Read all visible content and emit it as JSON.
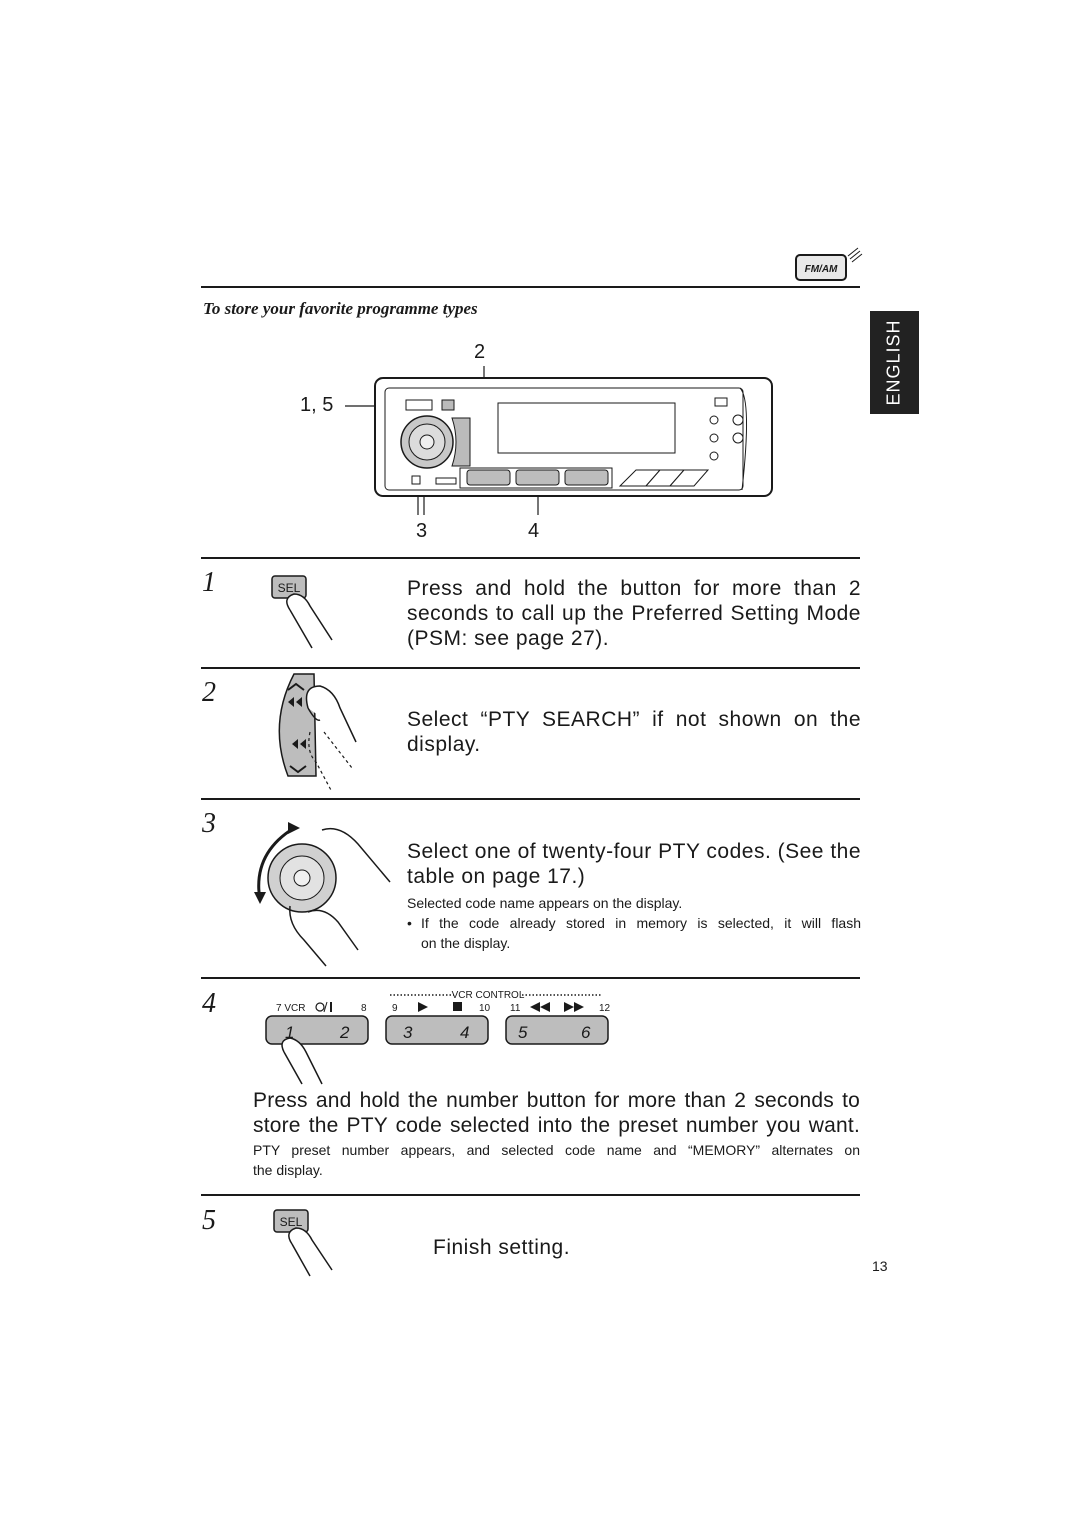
{
  "header": {
    "badge_text": "FM/AM",
    "section_title": "To store your favorite programme types"
  },
  "language_tab": "ENGLISH",
  "diagram": {
    "callouts": [
      "2",
      "1, 5",
      "3",
      "4"
    ]
  },
  "steps": [
    {
      "number": "1",
      "button_label": "SEL",
      "text": [
        "Press and hold the button for more than 2",
        "seconds to call up the Preferred Setting Mode",
        "(PSM: see page 27)."
      ]
    },
    {
      "number": "2",
      "text": [
        "Select “PTY SEARCH” if not shown on the",
        "display."
      ]
    },
    {
      "number": "3",
      "text": [
        "Select one of twenty-four PTY codes. (See the",
        "table on page 17.)"
      ],
      "note": "Selected code name appears on the display.",
      "bullet": [
        "If the code already stored in memory is selected, it will flash",
        "on the display."
      ]
    },
    {
      "number": "4",
      "vcr_label": "VCR CONTROL",
      "button_numbers": [
        "7 VCR",
        "8",
        "9",
        "10",
        "11",
        "12"
      ],
      "preset_labels": [
        "1",
        "2",
        "3",
        "4",
        "5",
        "6"
      ],
      "text": [
        "Press and hold the number button for more than 2 seconds to",
        "store the PTY code selected into the preset number you want."
      ],
      "note": [
        "PTY preset number appears, and selected code name and “MEMORY” alternates on",
        "the display."
      ]
    },
    {
      "number": "5",
      "button_label": "SEL",
      "text": "Finish setting."
    }
  ],
  "page_number": "13"
}
